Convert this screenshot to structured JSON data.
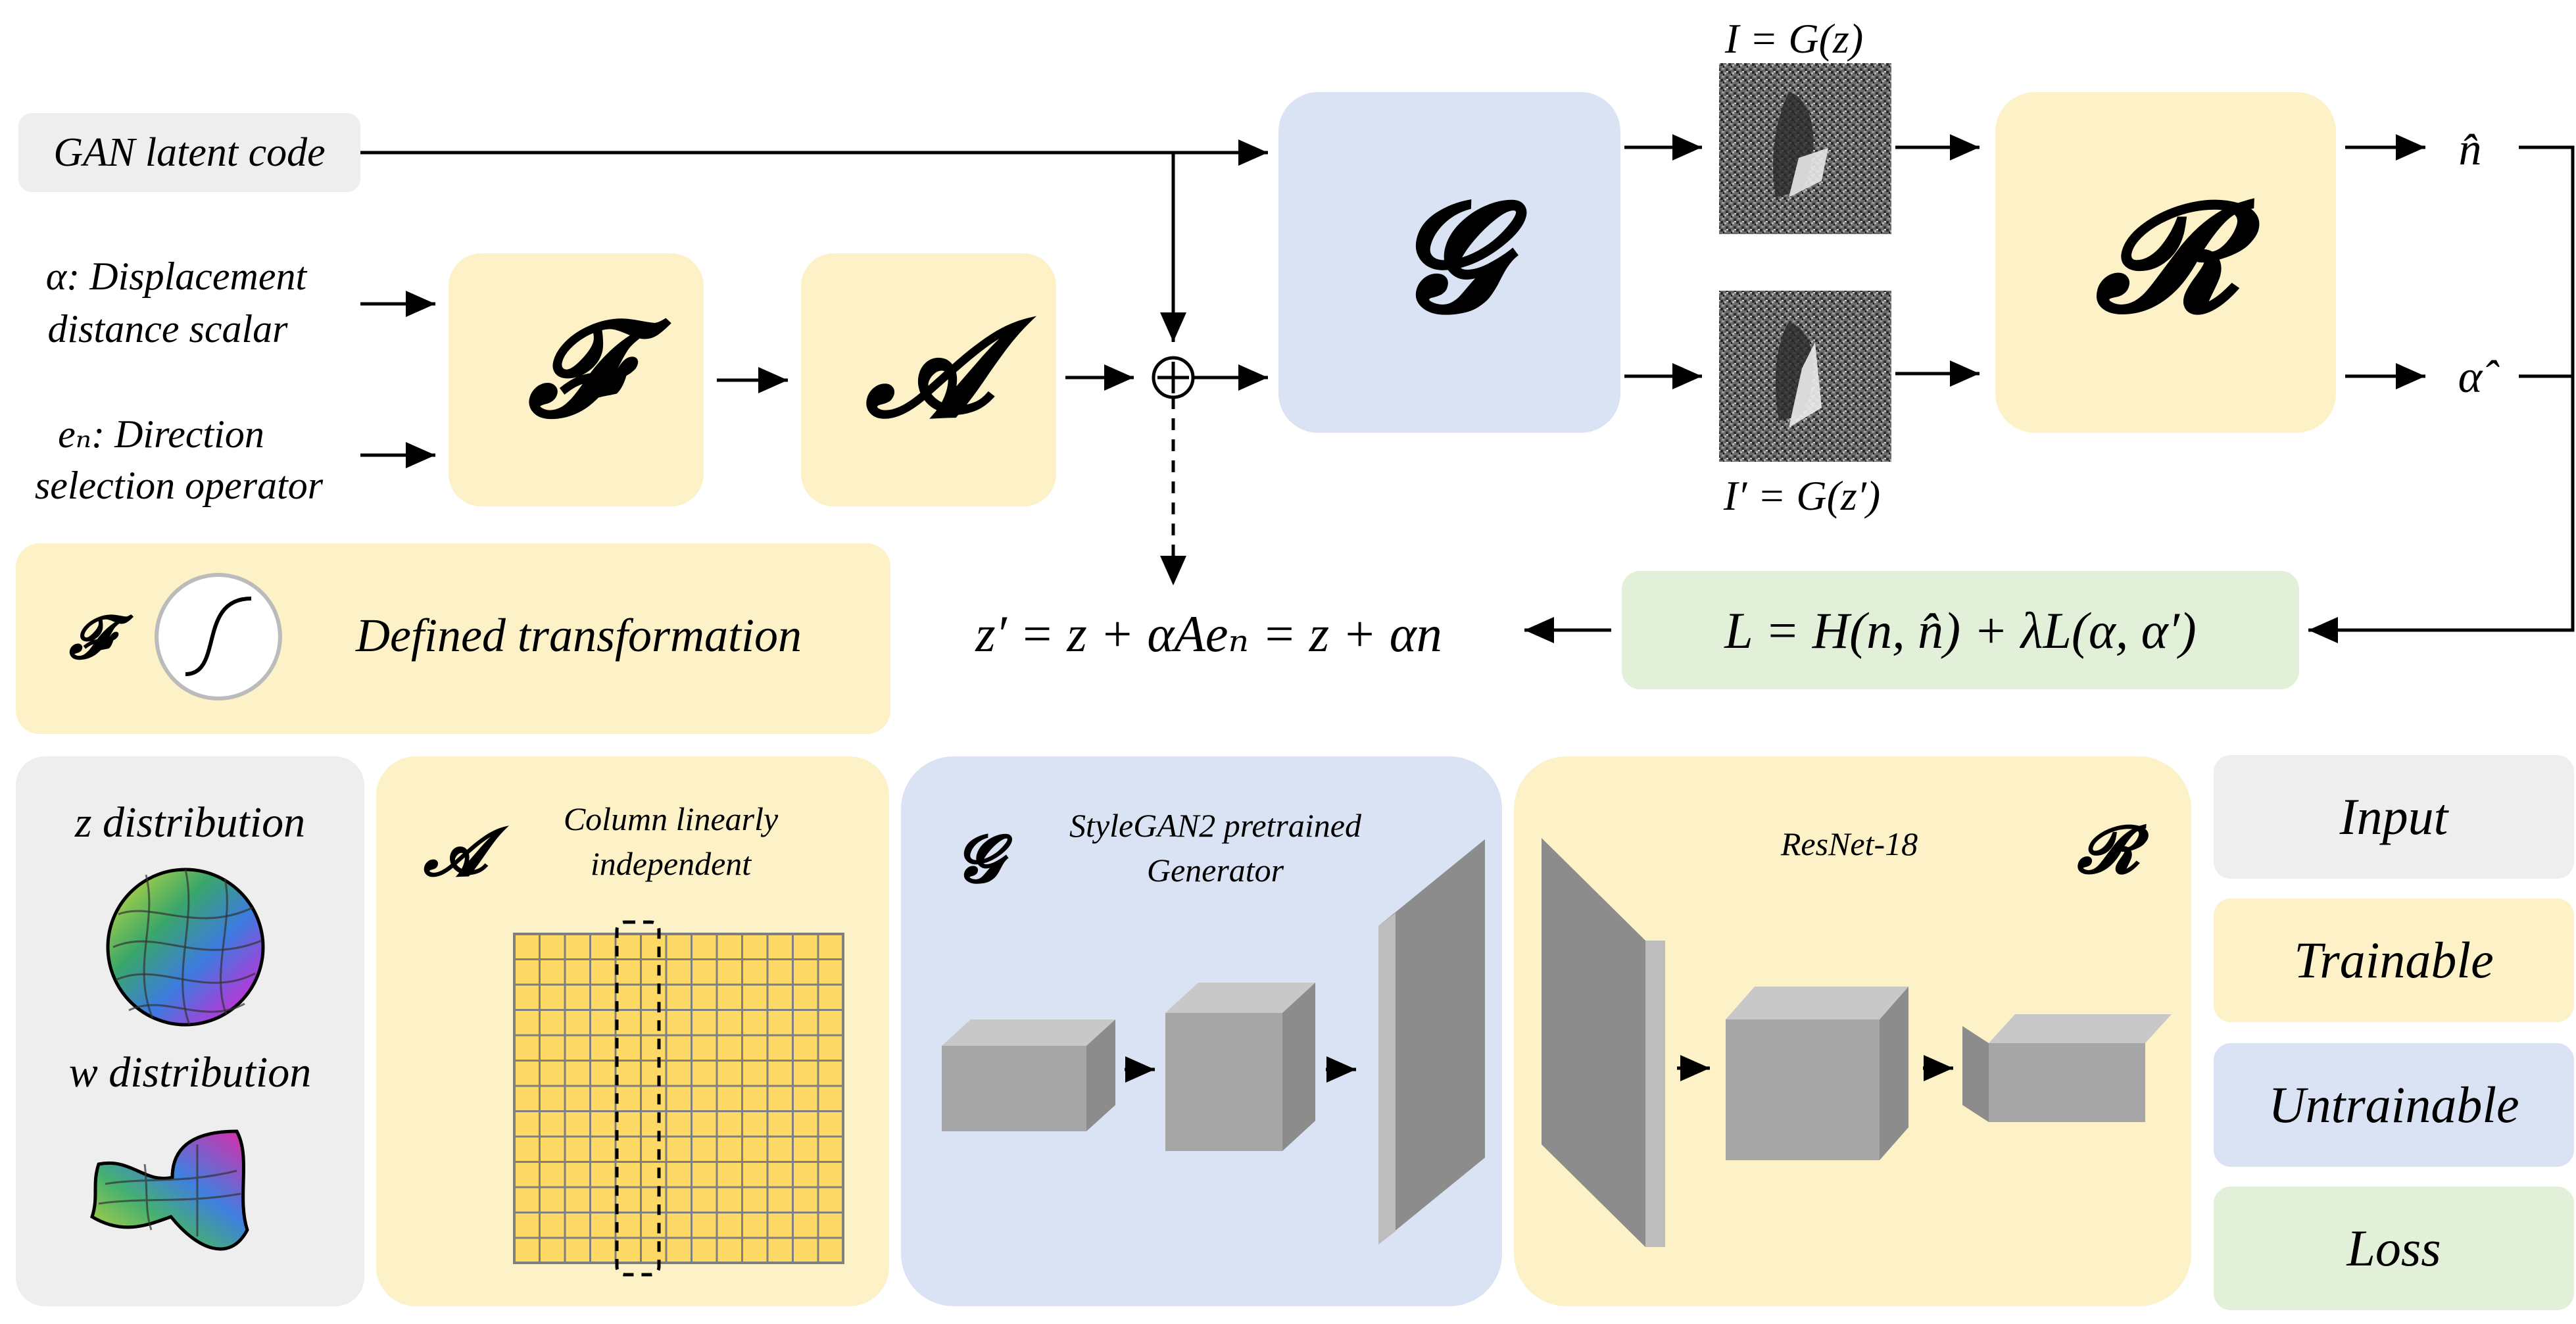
{
  "inputs": {
    "latent_code": "GAN latent code",
    "alpha_line1": "α: Displacement",
    "alpha_line2": "distance scalar",
    "en_line1": "eₙ: Direction",
    "en_line2": "selection operator"
  },
  "blocks": {
    "F": "𝓕",
    "A": "𝓐",
    "G": "𝓖",
    "R": "𝓡",
    "plus": "+"
  },
  "images": {
    "top_caption": "I = G(z)",
    "bottom_caption": "I′ = G(z′)"
  },
  "outputs": {
    "n_hat": "n̂",
    "alpha_hat": "α̂"
  },
  "equations": {
    "update": "z′ = z + αAeₙ = z + αn",
    "loss": "L = H(n, n̂) + λL(α, α′)"
  },
  "legend_transform": {
    "symbol": "𝓕",
    "text": "Defined transformation"
  },
  "distributions": {
    "z_label": "z distribution",
    "w_label": "w distribution"
  },
  "panel_A": {
    "symbol": "𝓐",
    "caption_line1": "Column linearly",
    "caption_line2": "independent"
  },
  "panel_G": {
    "symbol": "𝓖",
    "caption_line1": "StyleGAN2 pretrained",
    "caption_line2": "Generator"
  },
  "panel_R": {
    "symbol": "𝓡",
    "caption": "ResNet-18"
  },
  "legend": [
    {
      "label": "Input",
      "color": "#eeeeee"
    },
    {
      "label": "Trainable",
      "color": "#fdf1c8"
    },
    {
      "label": "Untrainable",
      "color": "#dae3f3"
    },
    {
      "label": "Loss",
      "color": "#e2efd9"
    }
  ]
}
